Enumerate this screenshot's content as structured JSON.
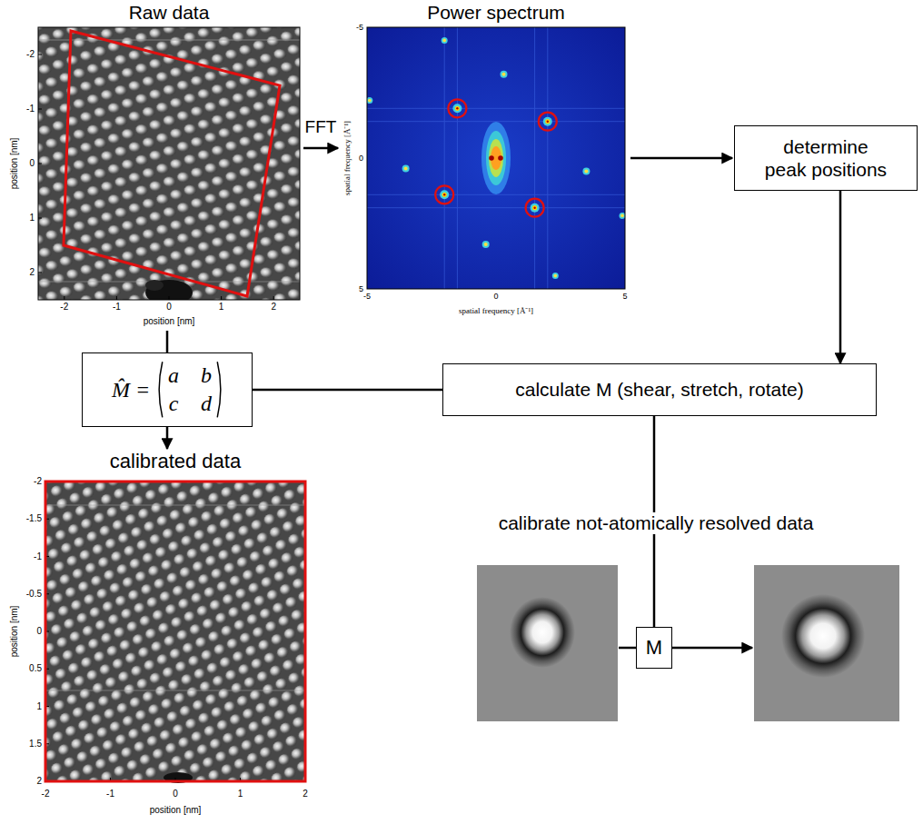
{
  "diagram": {
    "nodes": [
      {
        "text": [
          "determine peak positions"
        ]
      },
      {
        "text": [
          "M̂ =",
          "a",
          "b",
          "c",
          "d"
        ]
      },
      {
        "text": [
          "calculate M (shear, stretch, rotate)"
        ]
      },
      {
        "text": [
          "M"
        ]
      }
    ],
    "edges": [
      {
        "from": 0,
        "to": 2,
        "arrow": "to"
      },
      {
        "from": 1,
        "to": 2,
        "arrow": "none"
      },
      {
        "from": 2,
        "to": 3,
        "arrow": "none"
      }
    ],
    "labels": [
      "Raw data",
      "FFT",
      "Power spectrum",
      "calibrated data",
      "calibrate not-atomically resolved data",
      "-2",
      "-1",
      "0",
      "1",
      "2",
      "-2",
      "-1",
      "0",
      "1",
      "2",
      "position [nm]",
      "position [nm]",
      "-5",
      "0",
      "5",
      "-5",
      "0",
      "5",
      "spatial frequency [Å⁻¹]",
      "spatial frequency [Å⁻¹]",
      "-2",
      "-1.5",
      "-1",
      "-0.5",
      "0",
      "0.5",
      "1",
      "1.5",
      "2",
      "-2",
      "-1",
      "0",
      "1",
      "2",
      "position [nm]",
      "position [nm]"
    ]
  }
}
